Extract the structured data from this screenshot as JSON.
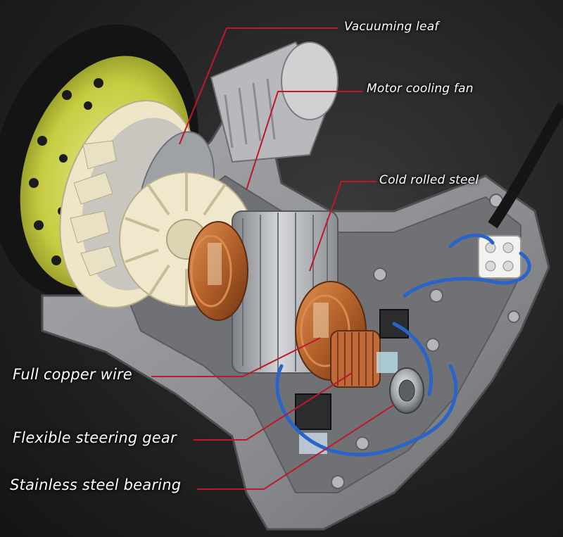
{
  "labels": {
    "vacuuming_leaf": "Vacuuming leaf",
    "motor_cooling_fan": "Motor cooling fan",
    "cold_rolled_steel": "Cold rolled steel",
    "full_copper_wire": "Full copper wire",
    "flexible_steering_gear": "Flexible steering gear",
    "stainless_steel_bearing": "Stainless steel bearing"
  },
  "colors": {
    "leader_line": "#c0182a",
    "label_text": "#ffffff",
    "housing": "#8d8f92",
    "copper": "#b5652a",
    "fan": "#efe6c8",
    "pad": "#c9cf4a",
    "wire": "#2a64c8"
  }
}
